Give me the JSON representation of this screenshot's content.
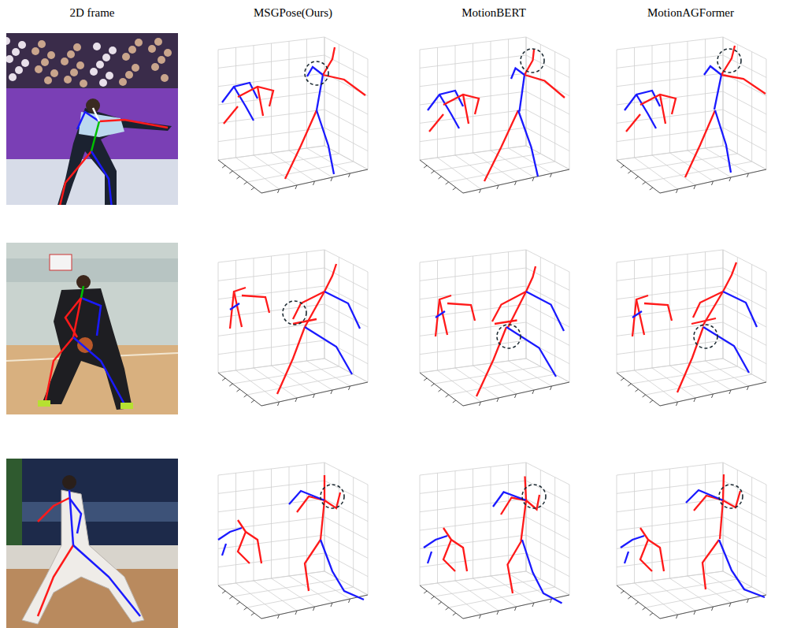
{
  "diagram": {
    "labels": [
      "2D frame",
      "MSGPose(Ours)",
      "MotionBERT",
      "MotionAGFormer"
    ]
  }
}
